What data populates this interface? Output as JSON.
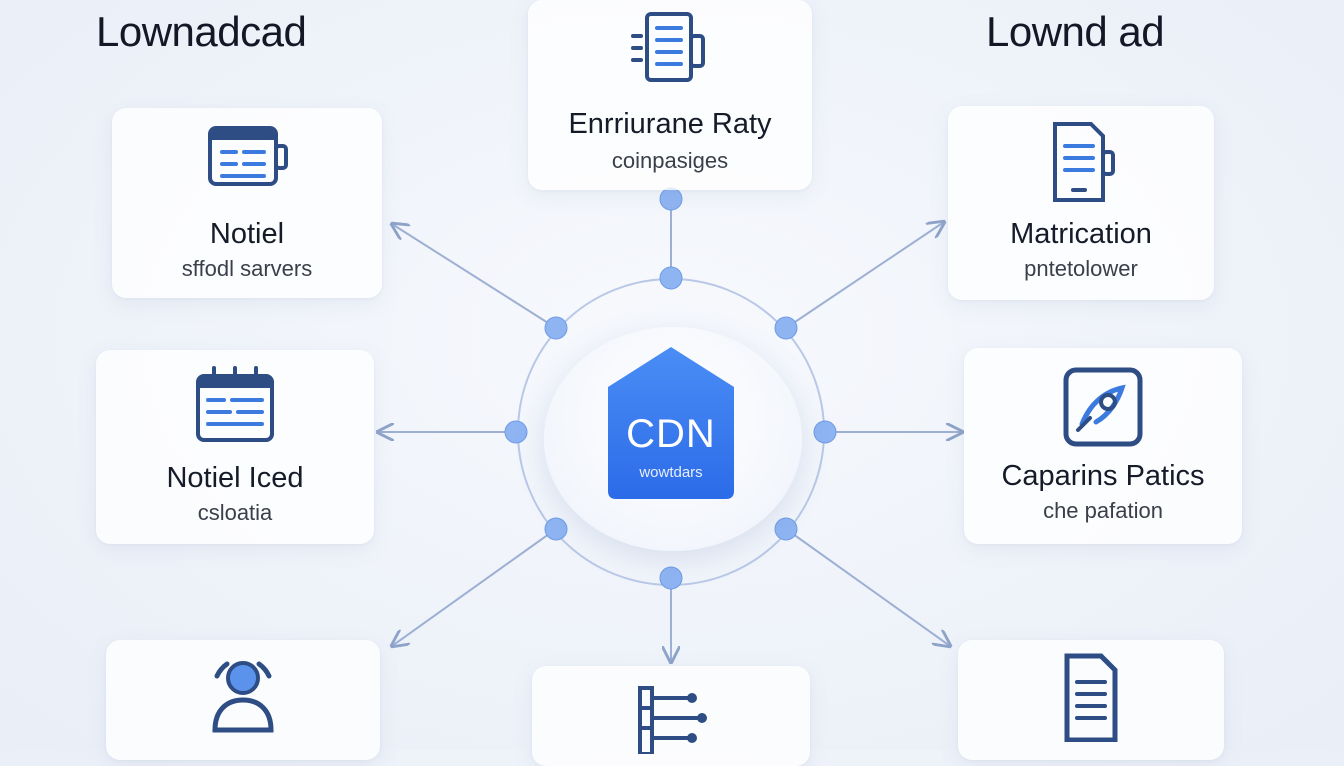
{
  "headings": {
    "left": "Lownadcad",
    "right": "Lownd ad"
  },
  "hub": {
    "title": "CDN",
    "subtitle": "wowtdars"
  },
  "nodes": {
    "top": {
      "title": "Enrriurane Raty",
      "subtitle": "coinpasiges",
      "icon": "server-tower-icon"
    },
    "upper_left": {
      "title": "Notiel",
      "subtitle": "sffodl sarvers",
      "icon": "server-panel-icon"
    },
    "upper_right": {
      "title": "Matrication",
      "subtitle": "pntetolower",
      "icon": "document-device-icon"
    },
    "mid_left": {
      "title": "Notiel Iced",
      "subtitle": "csloatia",
      "icon": "server-rack-icon"
    },
    "mid_right": {
      "title": "Caparins Patics",
      "subtitle": "che pafation",
      "icon": "analytics-icon"
    },
    "bottom_left": {
      "title": "",
      "subtitle": "",
      "icon": "user-icon"
    },
    "bottom_center": {
      "title": "",
      "subtitle": "",
      "icon": "network-tree-icon"
    },
    "bottom_right": {
      "title": "",
      "subtitle": "",
      "icon": "document-icon"
    }
  },
  "colors": {
    "accent": "#3b82f6",
    "node_dot": "#8fb4f2",
    "line": "#9db0d3",
    "icon_stroke": "#2d4d84",
    "text": "#151b28"
  }
}
